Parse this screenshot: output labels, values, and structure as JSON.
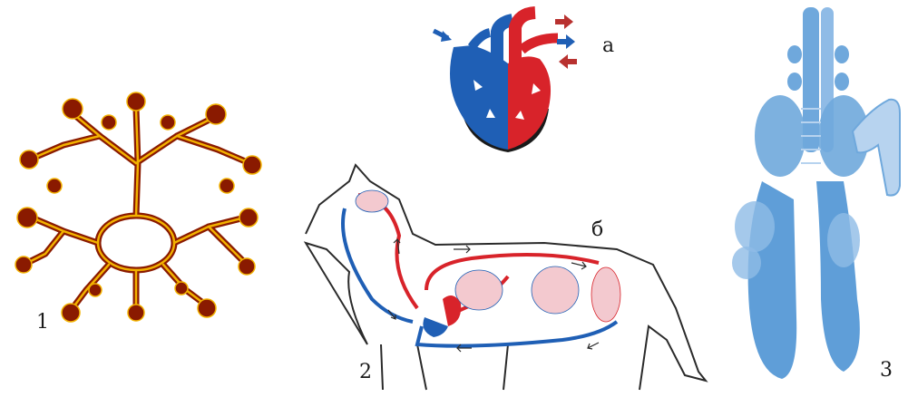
{
  "labels": {
    "figure_1": "1",
    "figure_2": "2",
    "figure_3": "3",
    "heart": "а",
    "circulation": "б"
  },
  "colors": {
    "arterial": "#d8232a",
    "venous": "#1f5fb5",
    "gland_fill": "#8a1a00",
    "gland_highlight": "#f2b200",
    "organ_blue": "#6fa8dc",
    "organ_blue_light": "#b7d3ef"
  }
}
